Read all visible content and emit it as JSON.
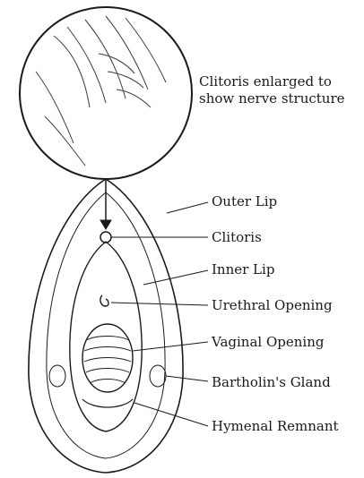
{
  "inset": {
    "caption_line1": "Clitoris enlarged to",
    "caption_line2": "show nerve structure"
  },
  "labels": {
    "outer_lip": "Outer Lip",
    "clitoris": "Clitoris",
    "inner_lip": "Inner Lip",
    "urethral_opening": "Urethral Opening",
    "vaginal_opening": "Vaginal Opening",
    "bartholins_gland": "Bartholin's Gland",
    "hymenal_remnant": "Hymenal Remnant"
  },
  "colors": {
    "ink": "#1a1a1a",
    "paper": "#ffffff"
  }
}
